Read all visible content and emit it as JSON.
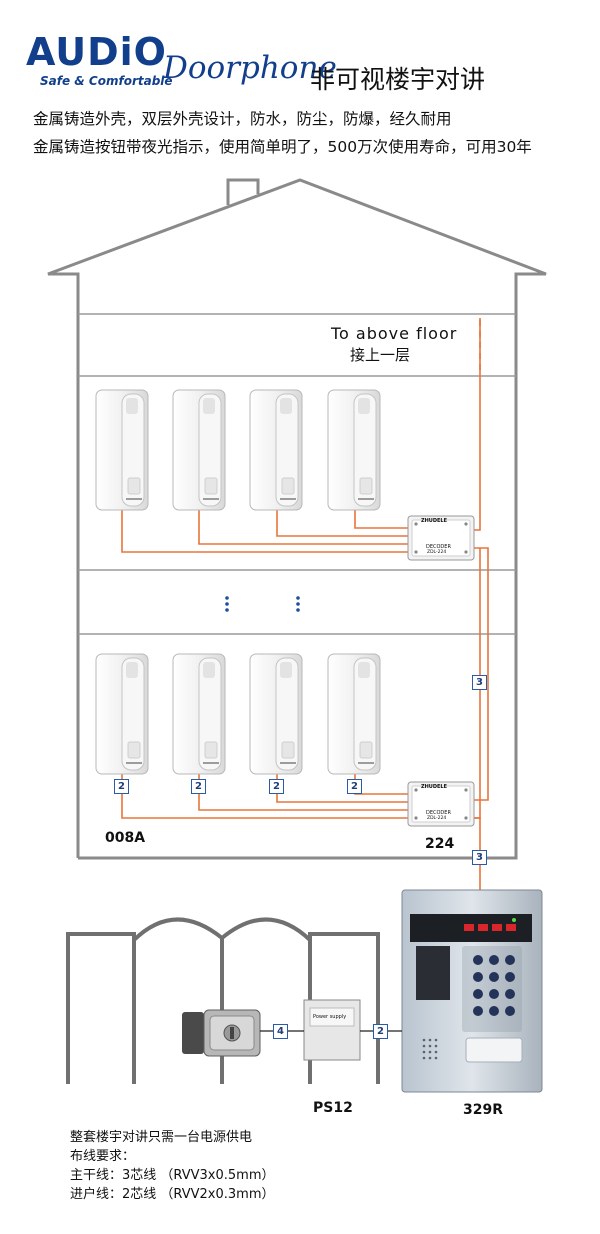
{
  "brand": {
    "name": "AUDiO",
    "tagline": "Safe & Comfortable",
    "product": "Doorphone",
    "heading": "非可视楼宇对讲"
  },
  "features": [
    "金属铸造外壳，双层外壳设计，防水，防尘，防爆，经久耐用",
    "金属铸造按钮带夜光指示，使用简单明了，500万次使用寿命，可用30年"
  ],
  "diagram": {
    "floor_label_en": "To above floor",
    "floor_label_zh": "接上一层",
    "models": {
      "indoor": "008A",
      "decoder": "224",
      "power": "PS12",
      "panel": "329R"
    },
    "decoder_label": "DECODER",
    "decoder_sub": "ZDL-224",
    "decoder_brand": "ZHUDELE",
    "wire_counts": {
      "indoor": "2",
      "trunk": "3",
      "lock": "4",
      "power": "2"
    },
    "power_label": "Power supply",
    "colors": {
      "wire": "#e8743b",
      "house": "#8a8a8a",
      "brand": "#123f8c",
      "badge": "#2a5aa8"
    }
  },
  "notes": [
    "整套楼宇对讲只需一台电源供电",
    "布线要求：",
    "主干线：3芯线 （RVV3x0.5mm）",
    "进户线：2芯线 （RVV2x0.3mm）"
  ]
}
